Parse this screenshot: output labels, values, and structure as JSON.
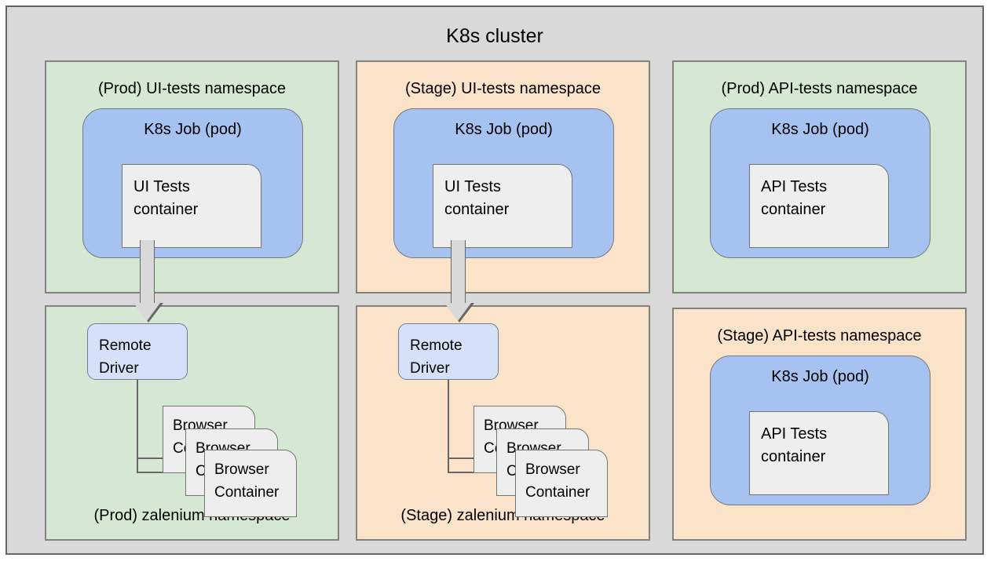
{
  "diagram": {
    "title": "K8s cluster",
    "background_color": "#d9d9d9",
    "border_color": "#666666"
  },
  "colors": {
    "prod_namespace": "#d5e8d4",
    "stage_namespace": "#fbe3ca",
    "pod": "#a6c2f0",
    "container_card": "#eeeeee",
    "remote_driver": "#d4e1f8",
    "cluster": "#d9d9d9",
    "stroke": "#666666"
  },
  "namespaces": [
    {
      "id": "prod-ui-tests",
      "label": "(Prod) UI-tests namespace",
      "label_position": "top",
      "env": "Prod",
      "color": "green",
      "pod": {
        "title": "K8s Job (pod)",
        "container": "UI Tests\ncontainer"
      }
    },
    {
      "id": "stage-ui-tests",
      "label": "(Stage) UI-tests namespace",
      "label_position": "top",
      "env": "Stage",
      "color": "orange",
      "pod": {
        "title": "K8s Job (pod)",
        "container": "UI Tests\ncontainer"
      }
    },
    {
      "id": "prod-api-tests",
      "label": "(Prod) API-tests namespace",
      "label_position": "top",
      "env": "Prod",
      "color": "green",
      "pod": {
        "title": "K8s Job (pod)",
        "container": "API Tests\ncontainer"
      }
    },
    {
      "id": "stage-api-tests",
      "label": "(Stage) API-tests namespace",
      "label_position": "top",
      "env": "Stage",
      "color": "orange",
      "pod": {
        "title": "K8s Job (pod)",
        "container": "API Tests\ncontainer"
      }
    },
    {
      "id": "prod-zalenium",
      "label": "(Prod) zalenium namespace",
      "label_position": "bottom",
      "env": "Prod",
      "color": "green",
      "driver": "Remote\nDriver",
      "browsers": [
        "Browser\nContainer",
        "Browser\nContainer",
        "Browser\nContainer"
      ]
    },
    {
      "id": "stage-zalenium",
      "label": "(Stage) zalenium namespace",
      "label_position": "bottom",
      "env": "Stage",
      "color": "orange",
      "driver": "Remote\nDriver",
      "browsers": [
        "Browser\nContainer",
        "Browser\nContainer",
        "Browser\nContainer"
      ]
    }
  ],
  "connections": [
    {
      "from": "prod-ui-tests.container",
      "to": "prod-zalenium.driver",
      "style": "block-arrow"
    },
    {
      "from": "stage-ui-tests.container",
      "to": "stage-zalenium.driver",
      "style": "block-arrow"
    },
    {
      "from": "prod-zalenium.driver",
      "to": "prod-zalenium.browsers",
      "style": "line-arrow"
    },
    {
      "from": "stage-zalenium.driver",
      "to": "stage-zalenium.browsers",
      "style": "line-arrow"
    }
  ]
}
